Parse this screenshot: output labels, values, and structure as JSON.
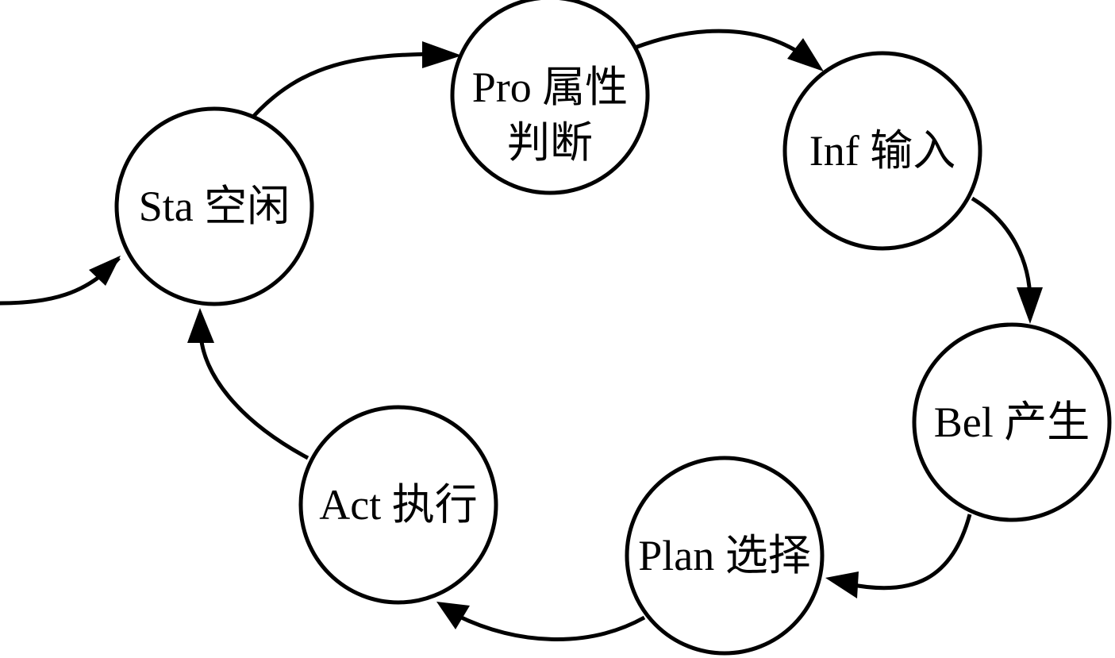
{
  "diagram": {
    "states": [
      {
        "id": "sta",
        "lines": [
          "Sta 空闲"
        ]
      },
      {
        "id": "pro",
        "lines": [
          "Pro 属性",
          "判断"
        ]
      },
      {
        "id": "inf",
        "lines": [
          "Inf 输入"
        ]
      },
      {
        "id": "bel",
        "lines": [
          "Bel 产生"
        ]
      },
      {
        "id": "plan",
        "lines": [
          "Plan 选择"
        ]
      },
      {
        "id": "act",
        "lines": [
          "Act 执行"
        ]
      }
    ],
    "transitions": [
      {
        "id": "entry",
        "from": "",
        "to": "sta"
      },
      {
        "id": "sta-pro",
        "from": "sta",
        "to": "pro"
      },
      {
        "id": "pro-inf",
        "from": "pro",
        "to": "inf"
      },
      {
        "id": "inf-bel",
        "from": "inf",
        "to": "bel"
      },
      {
        "id": "bel-plan",
        "from": "bel",
        "to": "plan"
      },
      {
        "id": "plan-act",
        "from": "plan",
        "to": "act"
      },
      {
        "id": "act-sta",
        "from": "act",
        "to": "sta"
      }
    ],
    "colors": {
      "stroke": "#000000",
      "fill": "#ffffff"
    }
  }
}
